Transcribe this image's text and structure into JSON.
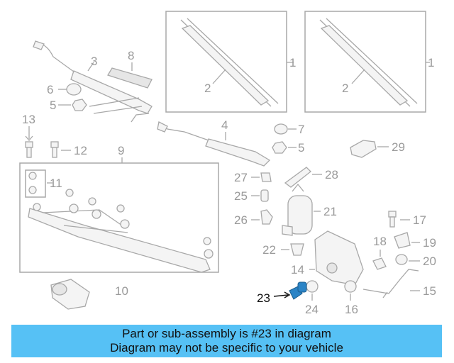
{
  "callouts": {
    "c1a": "1",
    "c1b": "1",
    "c2a": "2",
    "c2b": "2",
    "c3": "3",
    "c4": "4",
    "c5a": "5",
    "c5b": "5",
    "c6": "6",
    "c7": "7",
    "c8": "8",
    "c9": "9",
    "c10": "10",
    "c11": "11",
    "c12": "12",
    "c13": "13",
    "c14": "14",
    "c15": "15",
    "c16": "16",
    "c17": "17",
    "c18": "18",
    "c19": "19",
    "c20": "20",
    "c21": "21",
    "c22": "22",
    "c23": "23",
    "c24": "24",
    "c25": "25",
    "c26": "26",
    "c27": "27",
    "c28": "28",
    "c29": "29"
  },
  "highlighted_part": "23",
  "colors": {
    "highlight": "#2b84c6",
    "banner": "#56c1f5",
    "line": "#a8a8a8"
  },
  "banner": {
    "line1": "Part or sub-assembly is #23 in diagram",
    "line2": "Diagram may not be specific to your vehicle"
  }
}
